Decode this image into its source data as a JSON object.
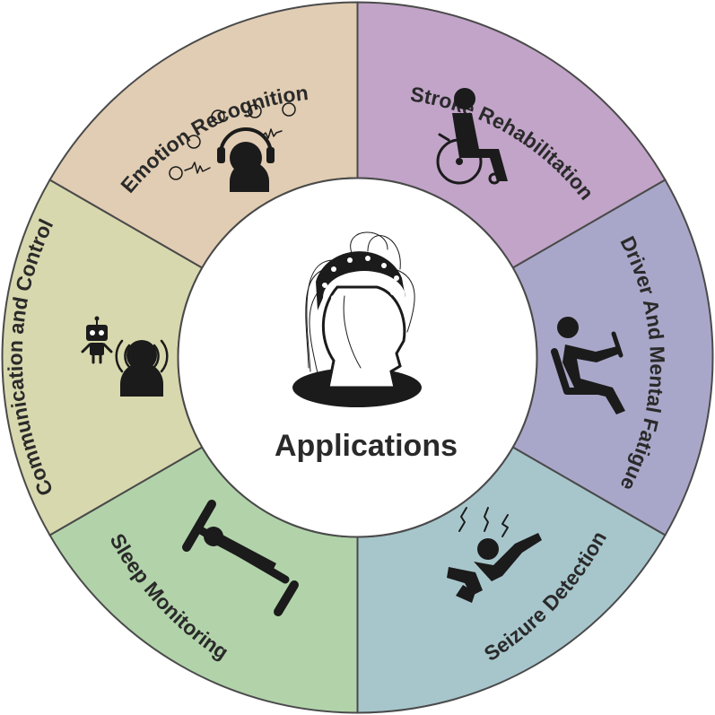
{
  "center": {
    "label": "Applications",
    "icon": "eeg-cap-head-icon"
  },
  "segments": [
    {
      "id": "stroke-rehabilitation",
      "label": "Stroke Rehabilitation",
      "color": "#c1a4c8",
      "icon": "wheelchair-icon"
    },
    {
      "id": "driver-fatigue",
      "label": "Driver And Mental Fatigue",
      "color": "#a9a7c9",
      "icon": "seated-driver-icon"
    },
    {
      "id": "seizure-detection",
      "label": "Seizure Detection",
      "color": "#a7c6cc",
      "icon": "seizure-figure-icon"
    },
    {
      "id": "sleep-monitoring",
      "label": "Sleep Monitoring",
      "color": "#b2d3aa",
      "icon": "bed-icon"
    },
    {
      "id": "communication-control",
      "label": "Communication and Control",
      "color": "#d8d8ae",
      "icon": "robot-speaker-icon"
    },
    {
      "id": "emotion-recognition",
      "label": "Emotion Recognition",
      "color": "#e1cdb3",
      "icon": "headphones-emotion-icon"
    }
  ],
  "colors": {
    "outline": "#4a4a4a",
    "center_fill": "#ffffff",
    "text": "#2a2a2a"
  }
}
